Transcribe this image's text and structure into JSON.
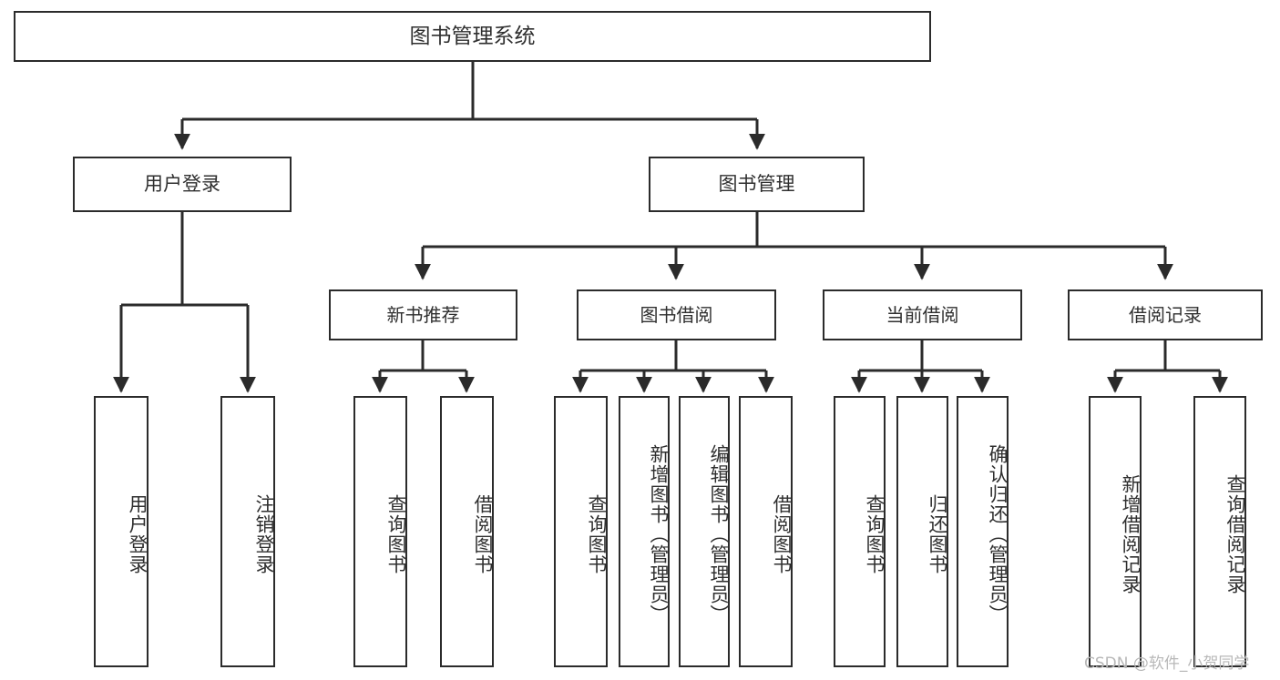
{
  "diagram": {
    "title": "图书管理系统",
    "type": "tree",
    "watermark": "CSDN @软件_小贺同学",
    "colors": {
      "stroke": "#2b2b2b",
      "fill": "#ffffff",
      "text": "#2f2f2f",
      "watermark": "#b8b8b8",
      "background": "#ffffff"
    },
    "nodes": {
      "root": {
        "label": "图书管理系统"
      },
      "level1": [
        {
          "id": "user-login",
          "label": "用户登录"
        },
        {
          "id": "book-manage",
          "label": "图书管理"
        }
      ],
      "level2": [
        {
          "id": "new-book-recommend",
          "label": "新书推荐"
        },
        {
          "id": "book-borrow",
          "label": "图书借阅"
        },
        {
          "id": "current-borrow",
          "label": "当前借阅"
        },
        {
          "id": "borrow-record",
          "label": "借阅记录"
        }
      ],
      "leaves": {
        "user-login": [
          {
            "id": "leaf-user-login",
            "label": "用户登录"
          },
          {
            "id": "leaf-logout-login",
            "label": "注销登录"
          }
        ],
        "new-book-recommend": [
          {
            "id": "leaf-query-book-1",
            "label": "查询图书"
          },
          {
            "id": "leaf-borrow-book-1",
            "label": "借阅图书"
          }
        ],
        "book-borrow": [
          {
            "id": "leaf-query-book-2",
            "label": "查询图书"
          },
          {
            "id": "leaf-add-book",
            "label": "新增图书（管理员）"
          },
          {
            "id": "leaf-edit-book",
            "label": "编辑图书（管理员）"
          },
          {
            "id": "leaf-borrow-book-2",
            "label": "借阅图书"
          }
        ],
        "current-borrow": [
          {
            "id": "leaf-query-book-3",
            "label": "查询图书"
          },
          {
            "id": "leaf-return-book",
            "label": "归还图书"
          },
          {
            "id": "leaf-confirm-return",
            "label": "确认归还（管理员）"
          }
        ],
        "borrow-record": [
          {
            "id": "leaf-add-record",
            "label": "新增借阅记录"
          },
          {
            "id": "leaf-query-record",
            "label": "查询借阅记录"
          }
        ]
      }
    }
  }
}
